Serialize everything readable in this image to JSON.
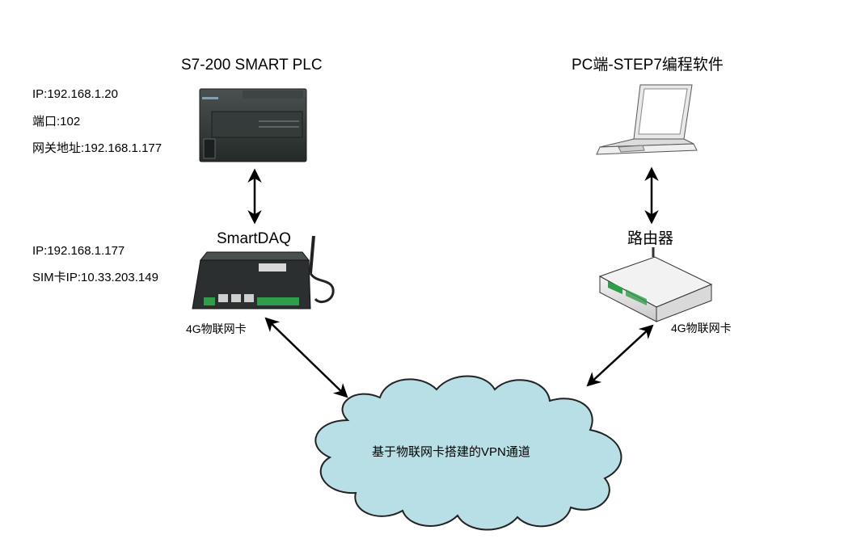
{
  "plc": {
    "title": "S7-200 SMART PLC",
    "ip": "IP:192.168.1.20",
    "port": "端口:102",
    "gateway": "网关地址:192.168.1.177"
  },
  "smartdaq": {
    "title": "SmartDAQ",
    "ip": "IP:192.168.1.177",
    "sim_ip": "SIM卡IP:10.33.203.149",
    "card_label": "4G物联网卡"
  },
  "pc": {
    "title": "PC端-STEP7编程软件"
  },
  "router": {
    "title": "路由器",
    "card_label": "4G物联网卡"
  },
  "vpn": {
    "label": "基于物联网卡搭建的VPN通道"
  },
  "colors": {
    "cloud_fill": "#b7dfe5",
    "cloud_stroke": "#222222",
    "arrow": "#000000",
    "device_dark": "#2b2f2f",
    "terminal_green": "#2e9e4a"
  }
}
